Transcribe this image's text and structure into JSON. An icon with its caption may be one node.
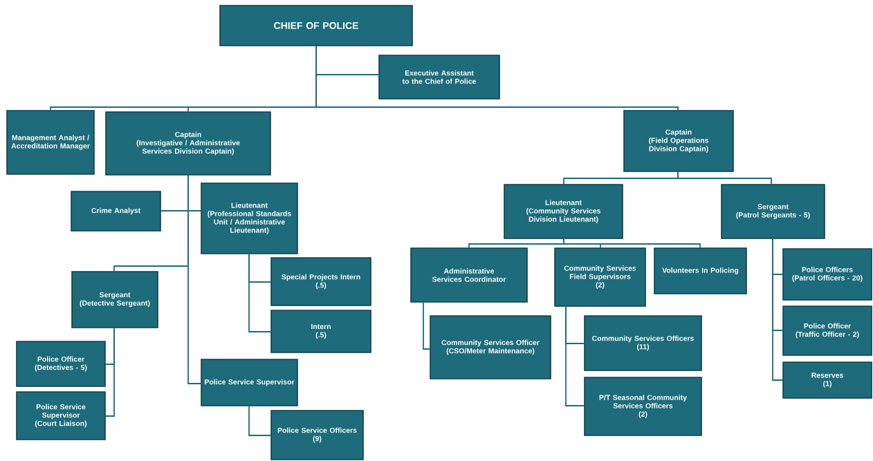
{
  "diagram": {
    "nodes": [
      {
        "text": [
          "CHIEF OF POLICE"
        ]
      },
      {
        "text": [
          "Executive Assistant to the Chief of Police"
        ]
      },
      {
        "text": [
          "Management Analyst / Accreditation Manager"
        ]
      },
      {
        "text": [
          "Captain",
          "(Investigative / Administrative Services Division Captain)"
        ]
      },
      {
        "text": [
          "Captain",
          "(Field Operations Division Captain)"
        ]
      },
      {
        "text": [
          "Crime Analyst"
        ]
      },
      {
        "text": [
          "Lieutenant",
          "(Professional Standards Unit / Administrative Lieutenant)"
        ]
      },
      {
        "text": [
          "Special Projects Intern",
          "(.5)"
        ]
      },
      {
        "text": [
          "Intern",
          "(.5)"
        ]
      },
      {
        "text": [
          "Sergeant",
          "(Detective Sergeant)"
        ]
      },
      {
        "text": [
          "Police Officer",
          "(Detectives - 5)"
        ]
      },
      {
        "text": [
          "Police Service Supervisor",
          "(Court Liaison)"
        ]
      },
      {
        "text": [
          "Police Service Supervisor"
        ]
      },
      {
        "text": [
          "Police Service Officers",
          "(9)"
        ]
      },
      {
        "text": [
          "Lieutenant",
          "(Community Services Division Lieutenant)"
        ]
      },
      {
        "text": [
          "Sergeant",
          "(Patrol Sergeants - 5)"
        ]
      },
      {
        "text": [
          "Administrative Services Coordinator"
        ]
      },
      {
        "text": [
          "Community Services Field Supervisors",
          "(2)"
        ]
      },
      {
        "text": [
          "Volunteers In Policing"
        ]
      },
      {
        "text": [
          "Community Services Officer",
          "(CSO/Meter Maintenance)"
        ]
      },
      {
        "text": [
          "Community Services Officers",
          "(11)"
        ]
      },
      {
        "text": [
          "P/T Seasonal Community Services Officers",
          "(2)"
        ]
      },
      {
        "text": [
          "Police Officers",
          "(Patrol Officers - 20)"
        ]
      },
      {
        "text": [
          "Police Officer",
          "(Traffic Officer - 2)"
        ]
      },
      {
        "text": [
          "Reserves",
          "(1)"
        ]
      }
    ],
    "edges": [
      {
        "from": 0,
        "to": 1,
        "arrow": "none"
      },
      {
        "from": 0,
        "to": 2,
        "arrow": "none"
      },
      {
        "from": 0,
        "to": 3,
        "arrow": "none"
      },
      {
        "from": 0,
        "to": 4,
        "arrow": "none"
      },
      {
        "from": 3,
        "to": 5,
        "arrow": "none"
      },
      {
        "from": 3,
        "to": 6,
        "arrow": "none"
      },
      {
        "from": 3,
        "to": 9,
        "arrow": "none"
      },
      {
        "from": 3,
        "to": 12,
        "arrow": "none"
      },
      {
        "from": 6,
        "to": 7,
        "arrow": "none"
      },
      {
        "from": 6,
        "to": 8,
        "arrow": "none"
      },
      {
        "from": 9,
        "to": 10,
        "arrow": "none"
      },
      {
        "from": 9,
        "to": 11,
        "arrow": "none"
      },
      {
        "from": 12,
        "to": 13,
        "arrow": "none"
      },
      {
        "from": 4,
        "to": 14,
        "arrow": "none"
      },
      {
        "from": 4,
        "to": 15,
        "arrow": "none"
      },
      {
        "from": 14,
        "to": 16,
        "arrow": "none"
      },
      {
        "from": 14,
        "to": 17,
        "arrow": "none"
      },
      {
        "from": 14,
        "to": 18,
        "arrow": "none"
      },
      {
        "from": 16,
        "to": 19,
        "arrow": "none"
      },
      {
        "from": 17,
        "to": 20,
        "arrow": "none"
      },
      {
        "from": 17,
        "to": 21,
        "arrow": "none"
      },
      {
        "from": 15,
        "to": 22,
        "arrow": "none"
      },
      {
        "from": 15,
        "to": 23,
        "arrow": "none"
      },
      {
        "from": 15,
        "to": 24,
        "arrow": "none"
      }
    ]
  }
}
